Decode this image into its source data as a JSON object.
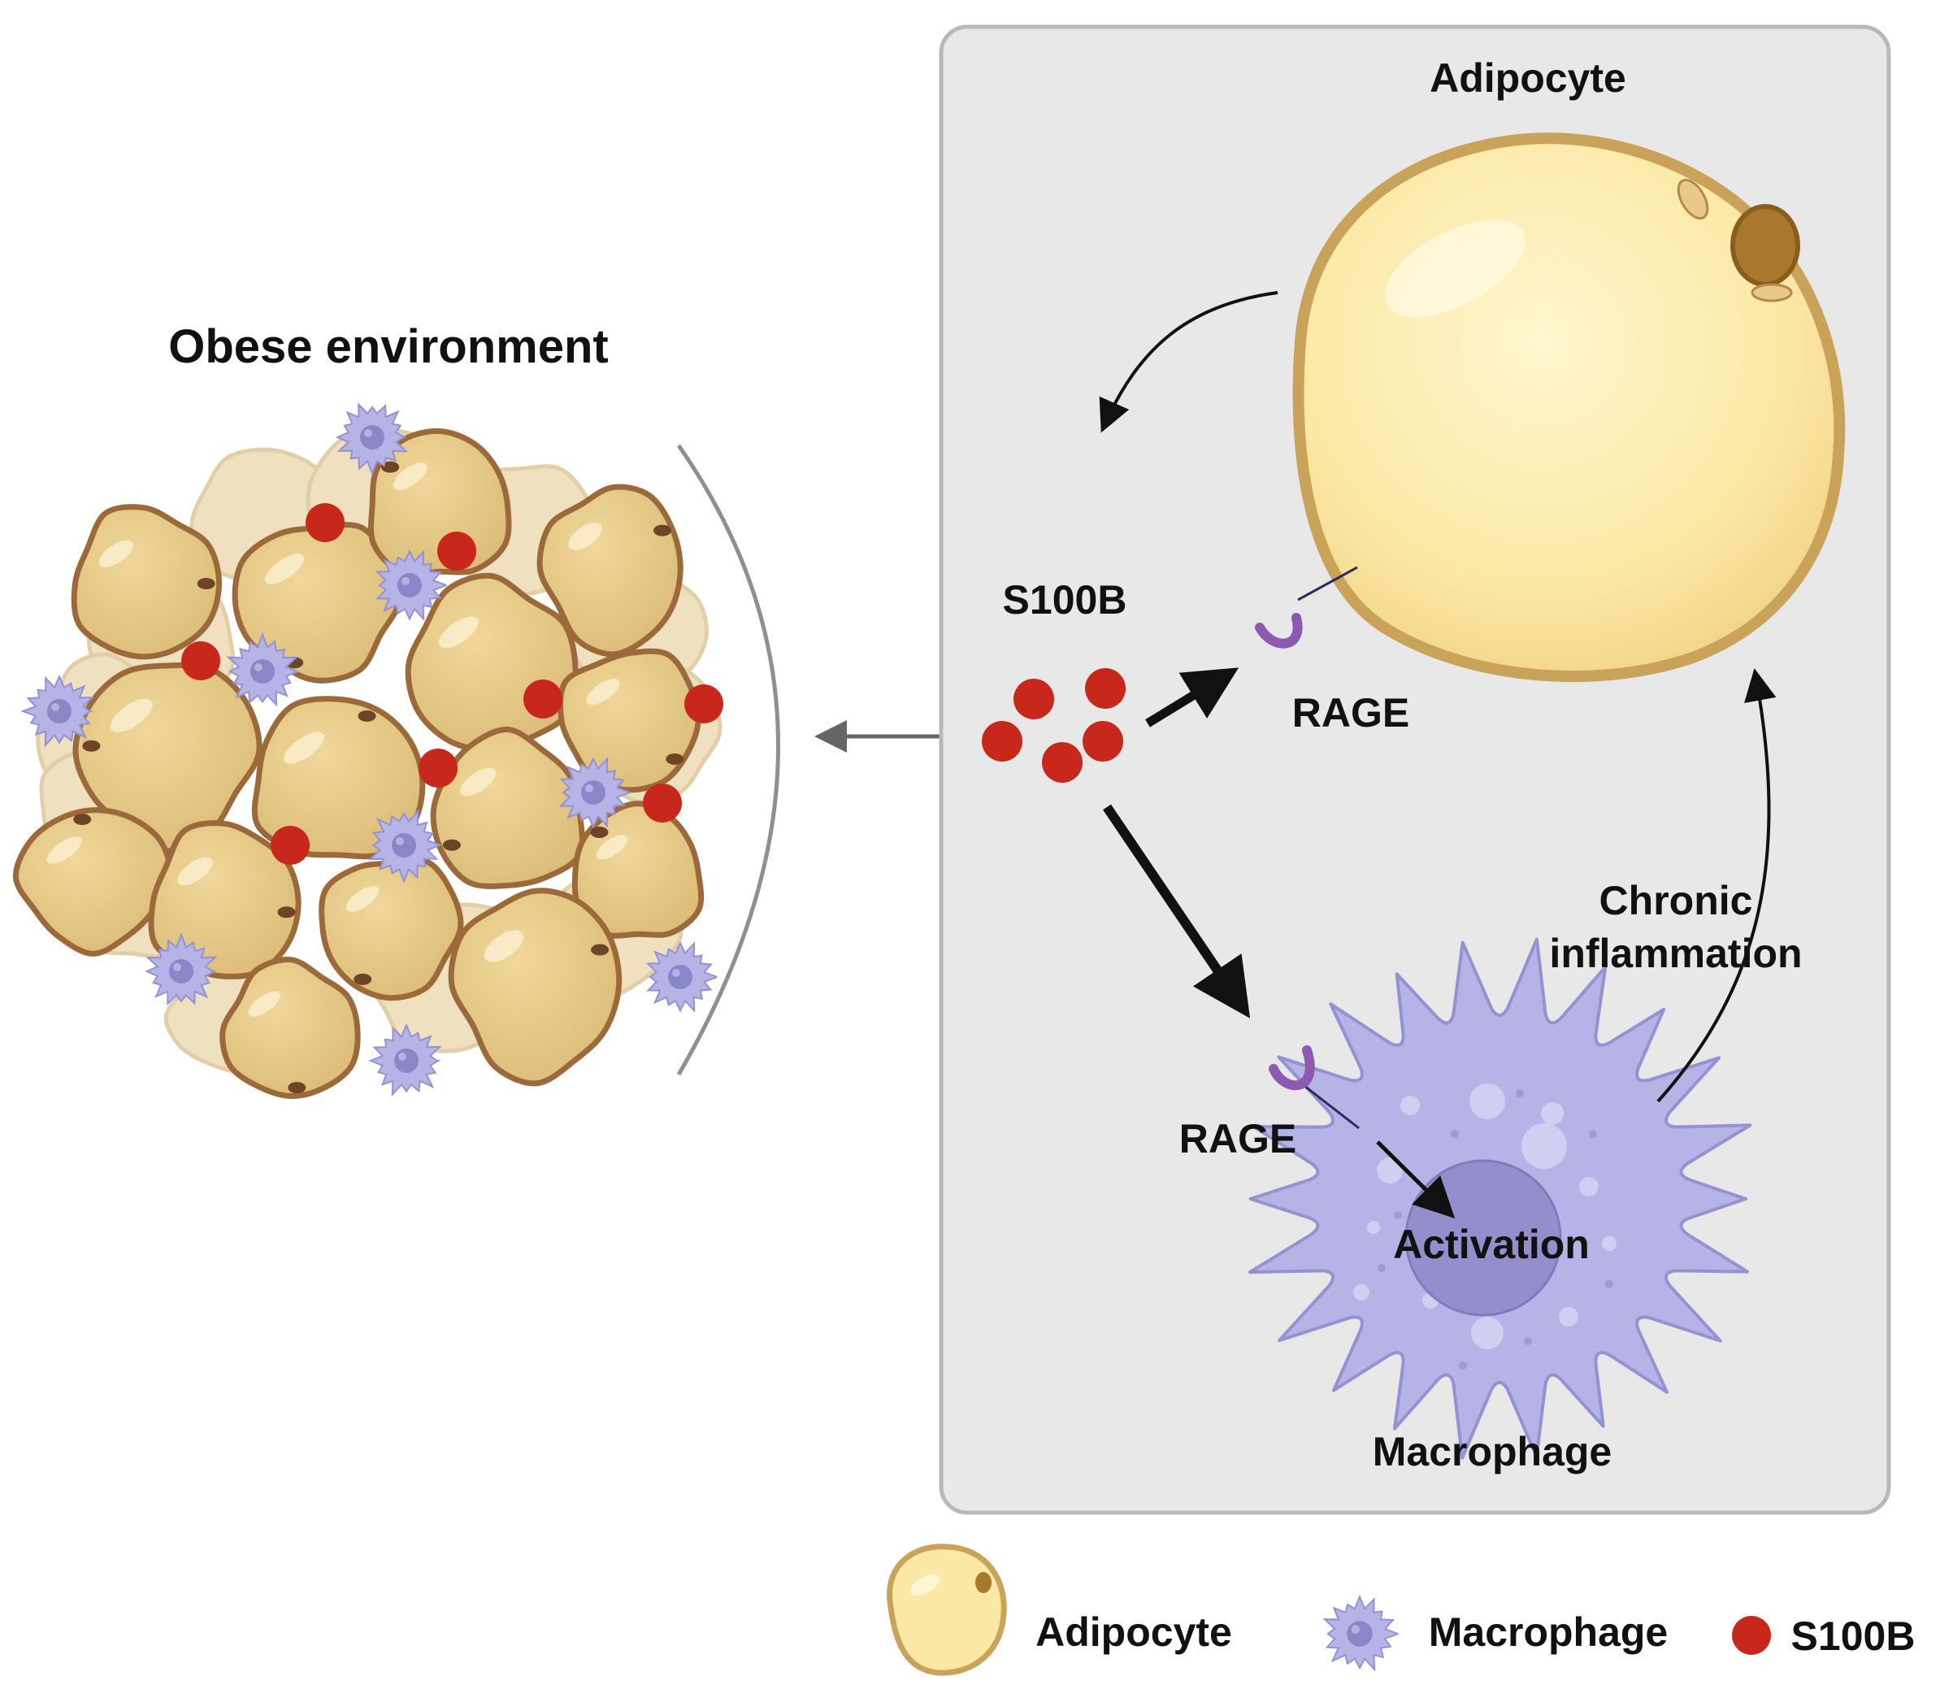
{
  "title": "Obese environment",
  "panel": {
    "adipocyte_label": "Adipocyte",
    "s100b_label": "S100B",
    "rage_adipocyte_label": "RAGE",
    "rage_macrophage_label": "RAGE",
    "activation_label": "Activation",
    "macrophage_label": "Macrophage",
    "chronic_line1": "Chronic",
    "chronic_line2": "inflammation"
  },
  "legend": {
    "adipocyte": "Adipocyte",
    "macrophage": "Macrophage",
    "s100b": "S100B"
  },
  "colors": {
    "panel_bg": "#e8e8e8",
    "panel_border": "#b8b8b8",
    "adipocyte_fill": "#e3c583",
    "adipocyte_edge": "#9c6a3a",
    "adipocyte_large_fill": "#fbeaa7",
    "adipocyte_large_edge": "#c9a35a",
    "macrophage_fill": "#b6b3e6",
    "macrophage_nucleus": "#8a87c9",
    "s100b": "#c8281c",
    "rage": "#8c5bb0"
  }
}
